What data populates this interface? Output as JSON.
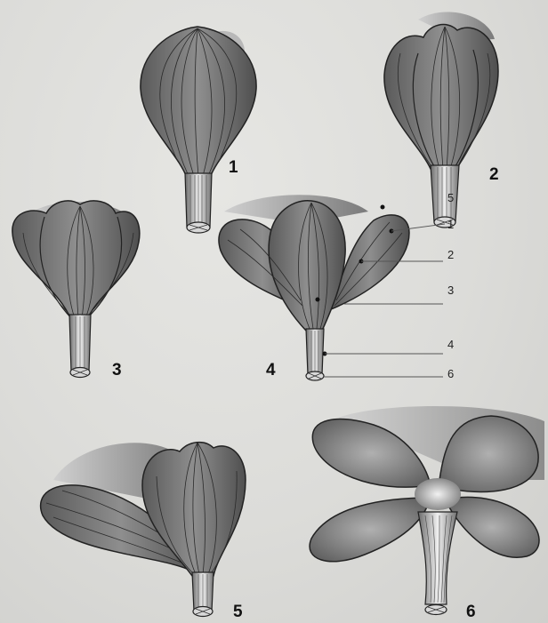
{
  "figure": {
    "stage_labels": [
      "1",
      "2",
      "3",
      "4",
      "5",
      "6"
    ],
    "callout_labels": [
      "5",
      "1",
      "2",
      "3",
      "4",
      "6"
    ]
  }
}
